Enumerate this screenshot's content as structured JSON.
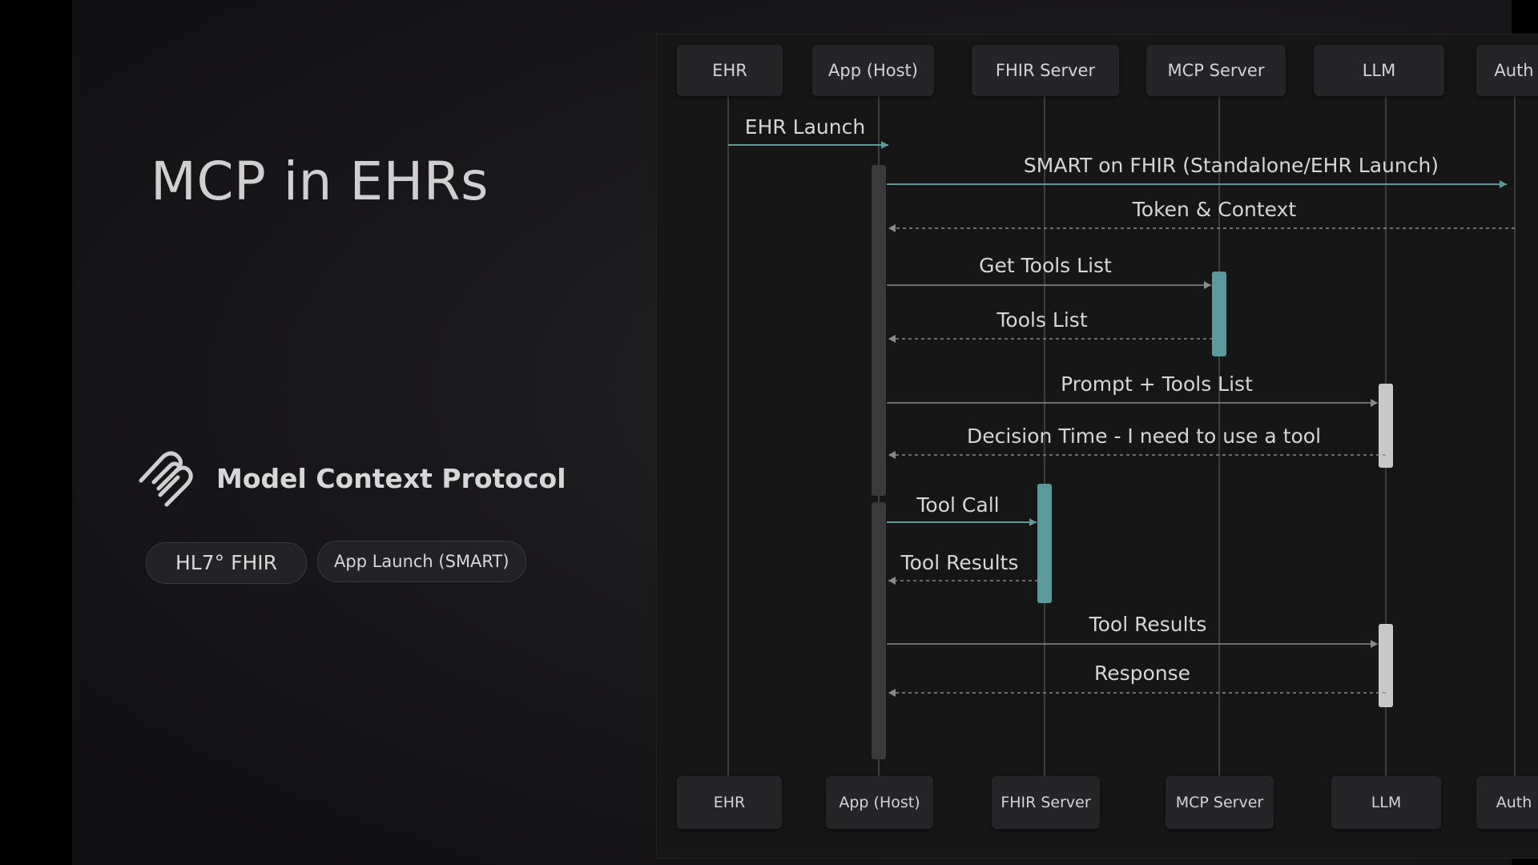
{
  "slide": {
    "title": "MCP in EHRs",
    "protocol_name": "Model Context Protocol",
    "logo_icon": "mcp-logo-icon",
    "tags": [
      "HL7° FHIR",
      "App Launch (SMART)"
    ]
  },
  "diagram": {
    "participants": [
      "EHR",
      "App (Host)",
      "FHIR Server",
      "MCP Server",
      "LLM",
      "Auth"
    ],
    "messages": [
      {
        "label": "EHR Launch",
        "from": "EHR",
        "to": "App (Host)",
        "style": "solid",
        "color": "teal"
      },
      {
        "label": "SMART on FHIR (Standalone/EHR Launch)",
        "from": "App (Host)",
        "to": "Auth",
        "style": "solid",
        "color": "teal"
      },
      {
        "label": "Token & Context",
        "from": "Auth",
        "to": "App (Host)",
        "style": "dashed"
      },
      {
        "label": "Get Tools List",
        "from": "App (Host)",
        "to": "MCP Server",
        "style": "solid"
      },
      {
        "label": "Tools List",
        "from": "MCP Server",
        "to": "App (Host)",
        "style": "dashed"
      },
      {
        "label": "Prompt + Tools List",
        "from": "App (Host)",
        "to": "LLM",
        "style": "solid"
      },
      {
        "label": "Decision Time - I need to use a tool",
        "from": "LLM",
        "to": "App (Host)",
        "style": "dashed"
      },
      {
        "label": "Tool Call",
        "from": "App (Host)",
        "to": "FHIR Server",
        "style": "solid",
        "color": "teal"
      },
      {
        "label": "Tool Results",
        "from": "FHIR Server",
        "to": "App (Host)",
        "style": "dashed"
      },
      {
        "label": "Tool Results",
        "from": "App (Host)",
        "to": "LLM",
        "style": "solid"
      },
      {
        "label": "Response",
        "from": "LLM",
        "to": "App (Host)",
        "style": "dashed"
      }
    ],
    "colors": {
      "teal": "#5a9a9c",
      "line": "#8a8a8a",
      "activation_app": "#3a3a3c",
      "activation_gray": "#c8c8c8"
    }
  }
}
